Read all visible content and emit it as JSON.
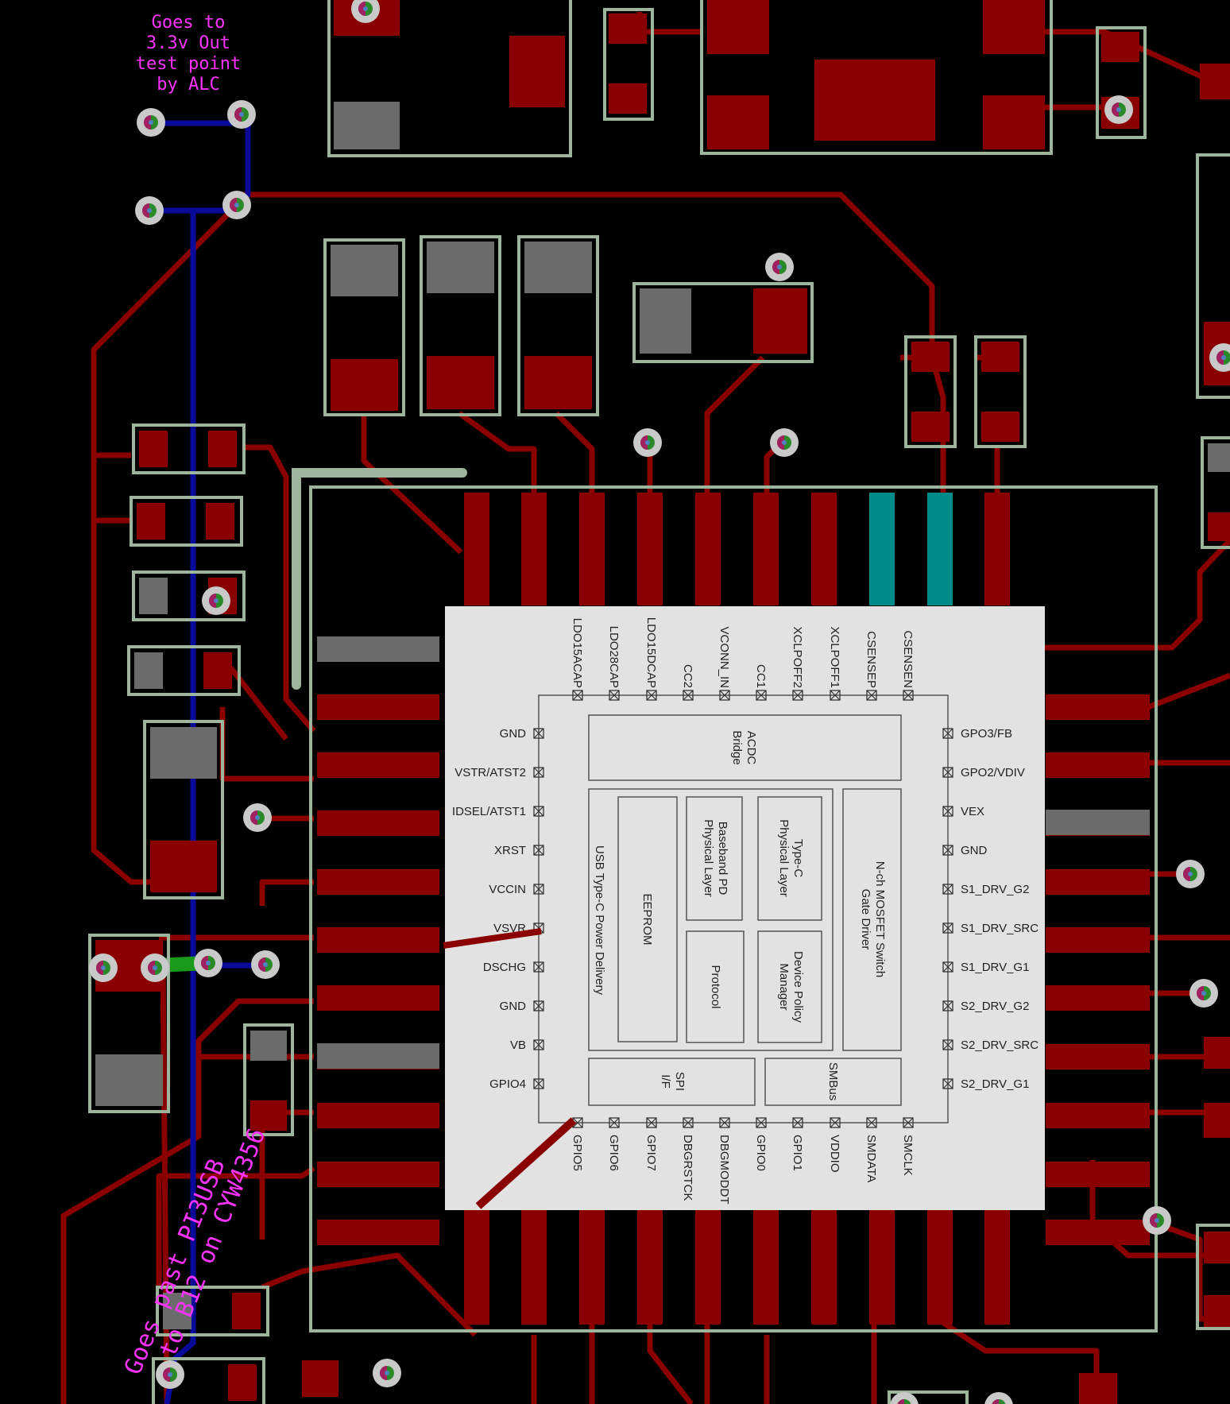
{
  "colors": {
    "background": "#000000",
    "copper_top": "#8a0000",
    "copper_bottom": "#0a0a9a",
    "silkscreen": "#9db59d",
    "chip_body": "#e2e2e2",
    "pad_gray": "#6b6b6b",
    "teal_pad": "#008a8a",
    "note_text": "#ff33ff",
    "green_trace": "#1a9a1a"
  },
  "notes": {
    "top_note": [
      "Goes to",
      "3.3v Out",
      "test point",
      "by ALC"
    ],
    "bottom_note_line1": "Goes past PI3USB",
    "bottom_note_line2": "to B12 on CYW4356"
  },
  "chip": {
    "top_pins": [
      "LDO15ACAP",
      "LDO28CAP",
      "LDO15DCAP",
      "CC2",
      "VCONN_IN",
      "CC1",
      "XCLPOFF2",
      "XCLPOFF1",
      "CSENSEP",
      "CSENSEN"
    ],
    "left_pins": [
      "GND",
      "VSTR/ATST2",
      "IDSEL/ATST1",
      "XRST",
      "VCCIN",
      "VSVR",
      "DSCHG",
      "GND",
      "VB",
      "GPIO4"
    ],
    "right_pins": [
      "GPO3/FB",
      "GPO2/VDIV",
      "VEX",
      "GND",
      "S1_DRV_G2",
      "S1_DRV_SRC",
      "S1_DRV_G1",
      "S2_DRV_G2",
      "S2_DRV_SRC",
      "S2_DRV_G1"
    ],
    "bottom_pins": [
      "GPIO5",
      "GPIO6",
      "GPIO7",
      "DBGRSTCK",
      "DBGMODDT",
      "GPIO0",
      "GPIO1",
      "VDDIO",
      "SMDATA",
      "SMCLK"
    ],
    "blocks": {
      "acdc": [
        "ACDC",
        "Bridge"
      ],
      "usb_pd": "USB Type-C Power Delivery",
      "eeprom": "EEPROM",
      "baseband": [
        "Baseband PD",
        "Physical Layer"
      ],
      "typec": [
        "Type-C",
        "Physical Layer"
      ],
      "protocol": "Protocol",
      "policy": [
        "Device Policy",
        "Manager"
      ],
      "gate": [
        "N-ch MOSFET Switch",
        "Gate Driver"
      ],
      "spi": [
        "SPI",
        "I/F"
      ],
      "smbus": "SMBus"
    }
  }
}
